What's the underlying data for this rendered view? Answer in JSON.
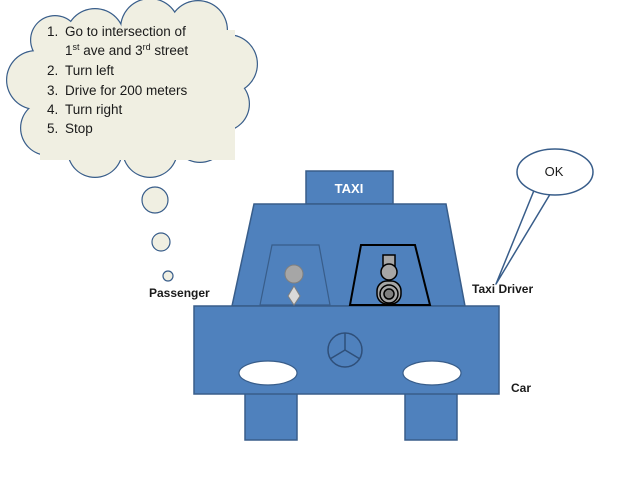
{
  "thought": {
    "steps": [
      {
        "num": "1.",
        "text": "Go to intersection of"
      },
      {
        "num": "",
        "pre": "1",
        "sup1": "st",
        "mid": " ave and 3",
        "sup2": "rd",
        "post": " street"
      },
      {
        "num": "2.",
        "text": "Turn left"
      },
      {
        "num": "3.",
        "text": "Drive for 200 meters"
      },
      {
        "num": "4.",
        "text": "Turn right"
      },
      {
        "num": "5.",
        "text": "Stop"
      }
    ]
  },
  "speech": {
    "text": "OK"
  },
  "taxi_sign": "TAXI",
  "labels": {
    "passenger": "Passenger",
    "driver": "Taxi Driver",
    "car": "Car"
  },
  "colors": {
    "car_fill": "#4f81bd",
    "car_stroke": "#385d8a",
    "cloud_fill": "#f0efe2",
    "cloud_stroke": "#385d8a",
    "person_fill": "#a6a6a6"
  }
}
